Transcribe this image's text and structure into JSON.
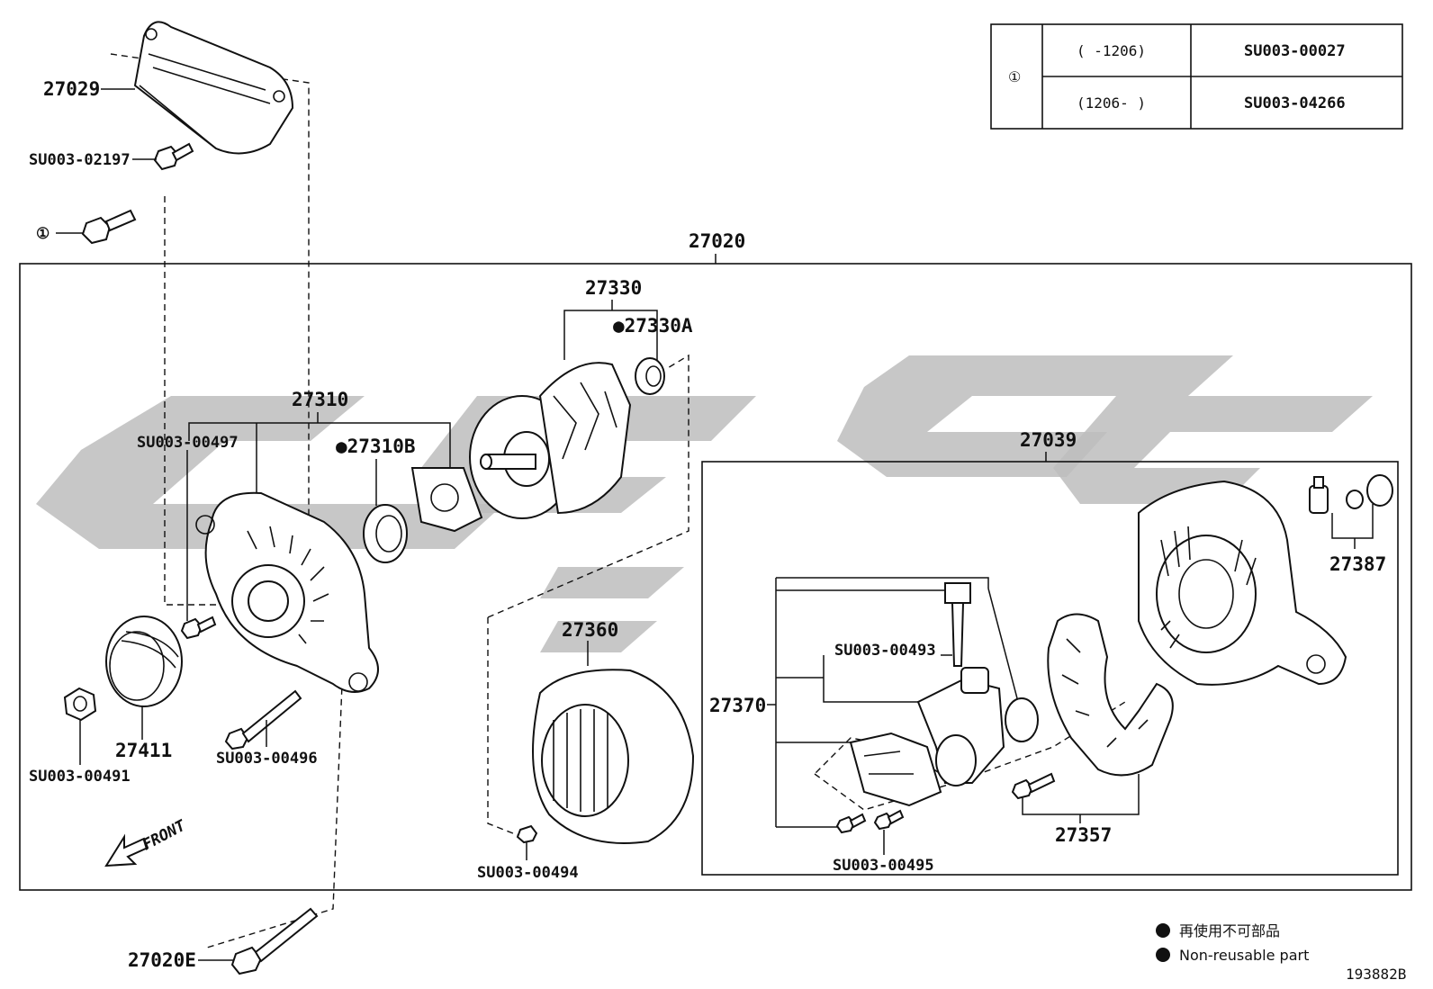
{
  "diagram": {
    "assembly_number": "27020",
    "drawing_id": "193882B",
    "direction_label": "FRONT",
    "table": {
      "callout": "①",
      "rows": [
        {
          "range": "(  -1206)",
          "part": "SU003-00027"
        },
        {
          "range": "(1206-  )",
          "part": "SU003-04266"
        }
      ]
    },
    "legend": {
      "marker": "●",
      "label_ja": "再使用不可部品",
      "label_en": "Non-reusable part"
    },
    "labels": {
      "p27029": "27029",
      "su02197": "SU003-02197",
      "callout1": "①",
      "p27310": "27310",
      "su00497": "SU003-00497",
      "p27310b": "●27310B",
      "p27330": "27330",
      "p27330a": "●27330A",
      "p27039": "27039",
      "p27387": "27387",
      "p27360": "27360",
      "p27370": "27370",
      "su00493": "SU003-00493",
      "p27357": "27357",
      "su00495": "SU003-00495",
      "su00494": "SU003-00494",
      "p27411": "27411",
      "su00491": "SU003-00491",
      "su00496": "SU003-00496",
      "p27020e": "27020E"
    }
  }
}
